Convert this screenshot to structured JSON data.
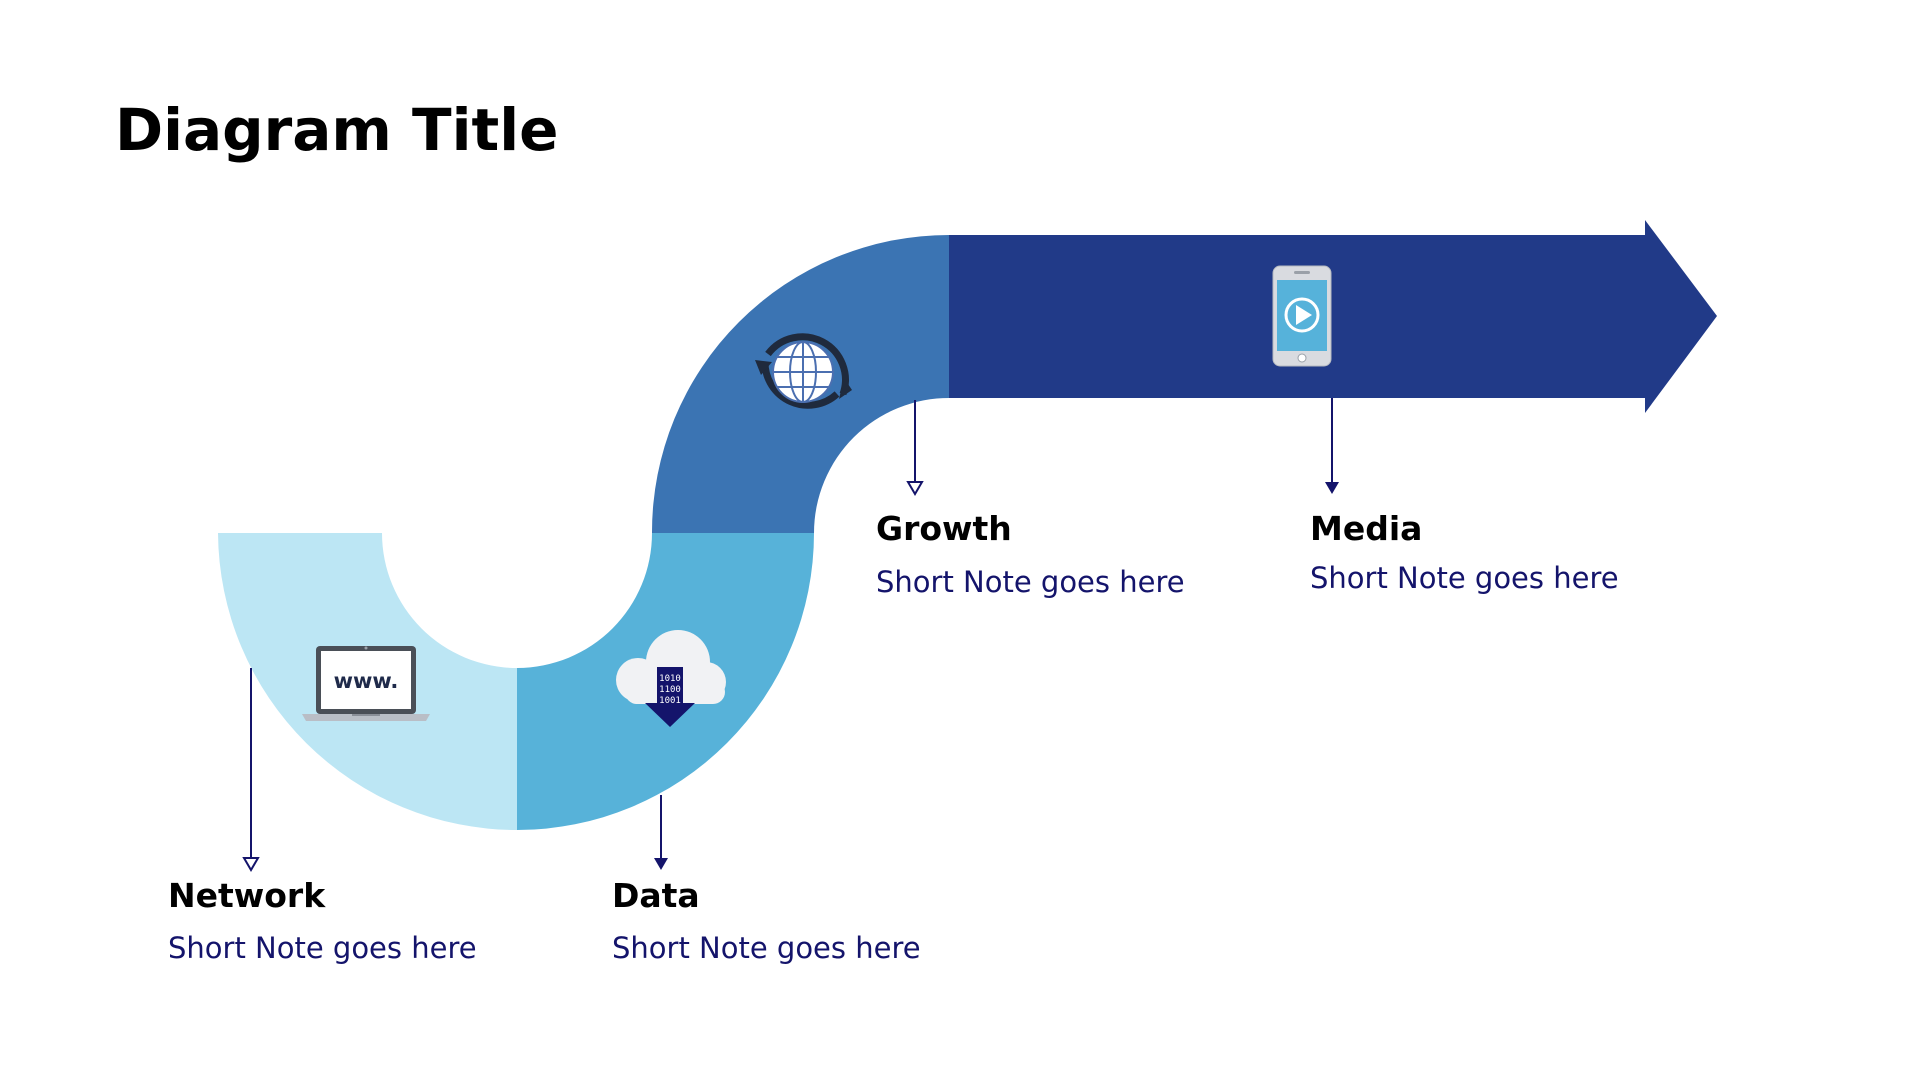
{
  "title": "Diagram Title",
  "steps": [
    {
      "label": "Network",
      "note": "Short Note goes here",
      "icon": "laptop-www-icon"
    },
    {
      "label": "Data",
      "note": "Short Note goes here",
      "icon": "cloud-download-icon"
    },
    {
      "label": "Growth",
      "note": "Short Note goes here",
      "icon": "globe-sync-icon"
    },
    {
      "label": "Media",
      "note": "Short Note goes here",
      "icon": "smartphone-play-icon"
    }
  ],
  "icon_text": {
    "www": "www.",
    "binary": [
      "1010",
      "1100",
      "1001"
    ]
  },
  "colors": {
    "network": "#bce6f4",
    "data": "#57b2d9",
    "growth": "#3b74b3",
    "media": "#213a88",
    "connector": "#14146b"
  }
}
